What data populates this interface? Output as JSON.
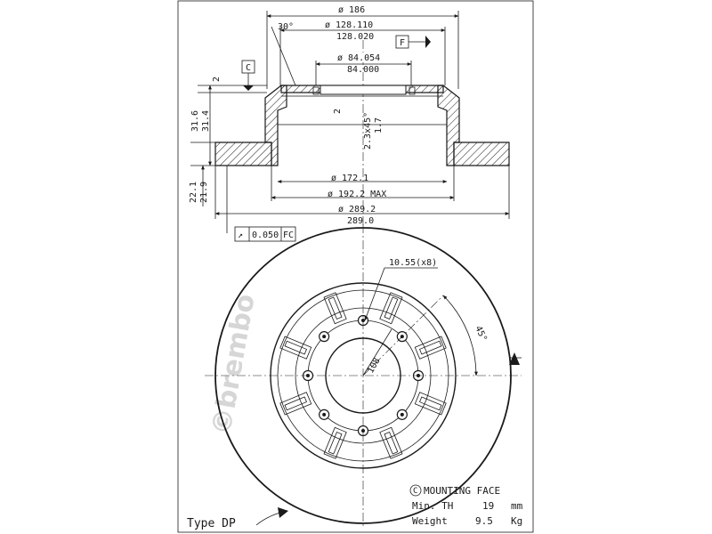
{
  "watermark": "©brembo",
  "section_view": {
    "dims": {
      "d186": "ø 186",
      "d128_110": "ø 128.110",
      "d128_020": "128.020",
      "angle30": "30°",
      "d84_054": "ø 84.054",
      "d84_000": "84.000",
      "h2_top": "2",
      "h2_inner": "2",
      "h31_6": "31.6",
      "h31_4": "31.4",
      "chamfer": "2.3x45°",
      "h1_7": "1.7",
      "d172_1": "ø 172.1",
      "d192_2": "ø 192.2 MAX",
      "d289_2": "ø 289.2",
      "d289_0": "289.0",
      "h22_1": "22.1",
      "h21_9": "21.9"
    },
    "datum_c": "C",
    "datum_f": "F",
    "tolerance": {
      "symbol": "↗",
      "value": "0.050",
      "ref": "FC"
    }
  },
  "plan_view": {
    "holes_note": "10.55(x8)",
    "angle45": "45°",
    "pcd": "108"
  },
  "notes": {
    "mounting_face_symbol": "C",
    "mounting_face": "MOUNTING FACE",
    "min_th_label": "Min. TH",
    "min_th_value": "19",
    "min_th_unit": "mm",
    "weight_label": "Weight",
    "weight_value": "9.5",
    "weight_unit": "Kg"
  },
  "type_label": "Type DP"
}
